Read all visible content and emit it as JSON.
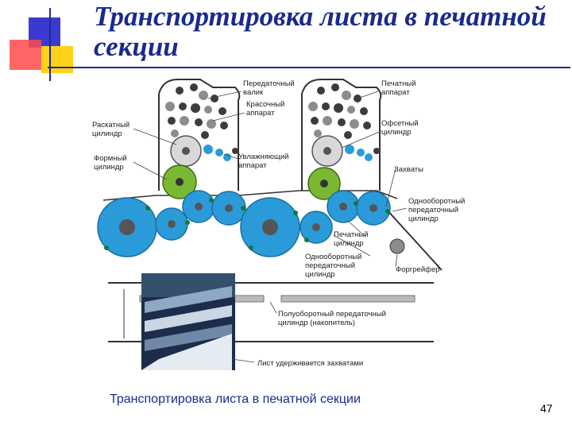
{
  "slide": {
    "title": "Транспортировка листа в печатной секции",
    "caption": "Транспортировка листа в печатной секции",
    "page_number": "47"
  },
  "diagram": {
    "labels": {
      "transfer_roller": [
        "Передаточный",
        "валик"
      ],
      "ink_unit": [
        "Красочный",
        "аппарат"
      ],
      "printing_unit": [
        "Печатный",
        "аппарат"
      ],
      "distributor_cylinder": [
        "Раскатный",
        "цилиндр"
      ],
      "offset_cylinder": [
        "Офсетный",
        "цилиндр"
      ],
      "form_cylinder": [
        "Формный",
        "цилиндр"
      ],
      "dampening_unit": [
        "Увлажняющий",
        "аппарат"
      ],
      "grippers": [
        "Захваты"
      ],
      "single_rev_transfer_right": [
        "Однооборотный",
        "передаточный",
        "цилиндр"
      ],
      "impression_cylinder": [
        "Печатный",
        "цилиндр"
      ],
      "single_rev_transfer_bottom": [
        "Однооборотный",
        "передаточный",
        "цилиндр"
      ],
      "feed_gripper": [
        "Форгрейфер"
      ],
      "half_rev_transfer": [
        "Полуоборотный передаточный",
        "цилиндр (накопитель)"
      ],
      "sheet_held": [
        "Лист удерживается захватами"
      ]
    },
    "colors": {
      "blue_cylinder": "#2a9bd8",
      "green_cylinder": "#7ab833",
      "gray_roller": "#8c8c8c",
      "dark_roller": "#3c3c3c",
      "title_blue": "#1a2a8c"
    }
  }
}
